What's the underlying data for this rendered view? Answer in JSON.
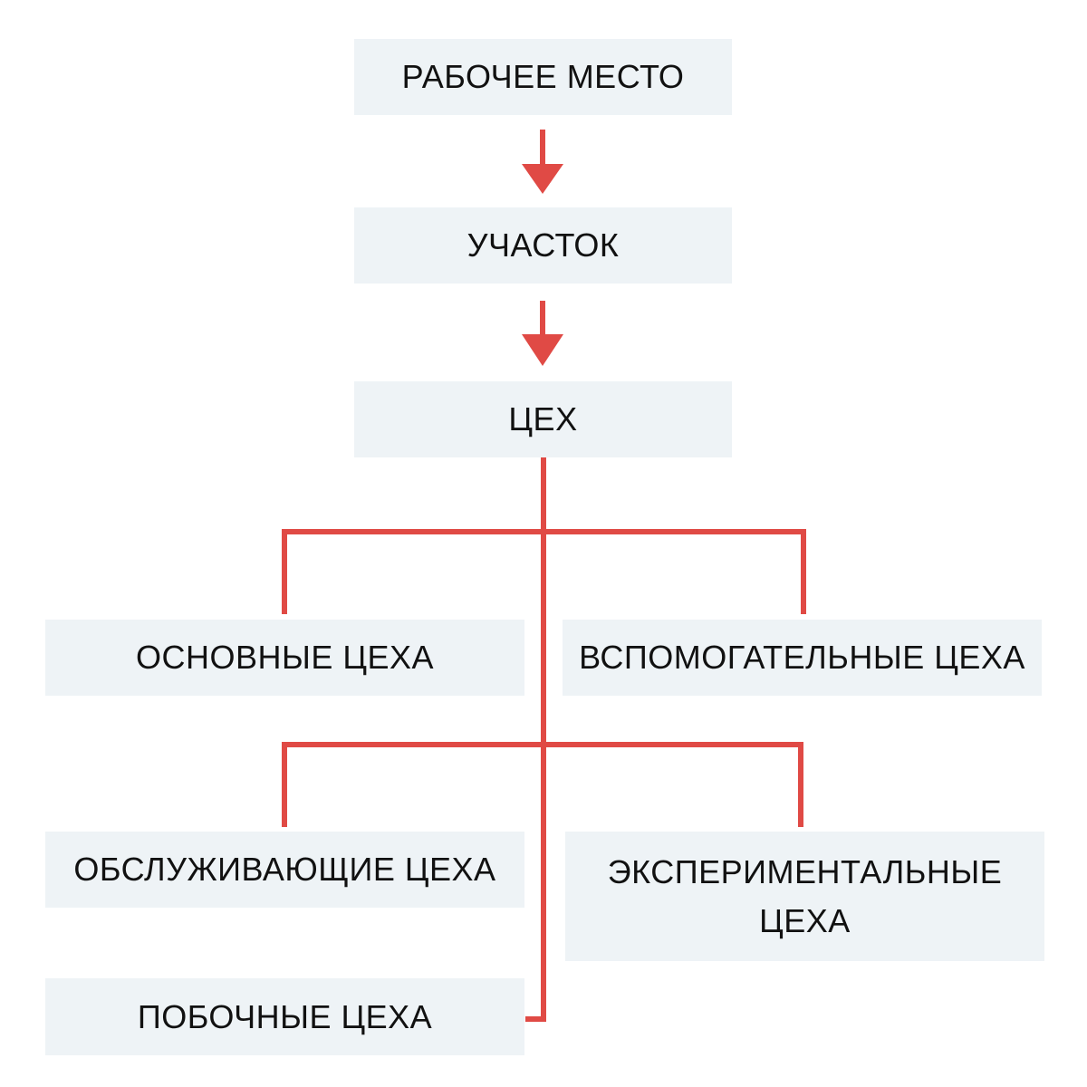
{
  "colors": {
    "accent": "#e04a45",
    "box_fill": "#eef3f6",
    "text": "#111111"
  },
  "nodes": {
    "workplace": "РАБОЧЕЕ МЕСТО",
    "section": "УЧАСТОК",
    "shop": "ЦЕХ",
    "main_shops": "ОСНОВНЫЕ ЦЕХА",
    "auxiliary_shops": "ВСПОМОГАТЕЛЬНЫЕ ЦЕХА",
    "service_shops": "ОБСЛУЖИВАЮЩИЕ ЦЕХА",
    "experimental_shops": "ЭКСПЕРИМЕНТАЛЬНЫЕ ЦЕХА",
    "side_shops": "ПОБОЧНЫЕ ЦЕХА"
  },
  "edges": [
    {
      "from": "workplace",
      "to": "section",
      "style": "arrow"
    },
    {
      "from": "section",
      "to": "shop",
      "style": "arrow"
    },
    {
      "from": "shop",
      "to": "main_shops",
      "style": "line"
    },
    {
      "from": "shop",
      "to": "auxiliary_shops",
      "style": "line"
    },
    {
      "from": "shop",
      "to": "service_shops",
      "style": "line"
    },
    {
      "from": "shop",
      "to": "experimental_shops",
      "style": "line"
    },
    {
      "from": "shop",
      "to": "side_shops",
      "style": "line"
    }
  ]
}
